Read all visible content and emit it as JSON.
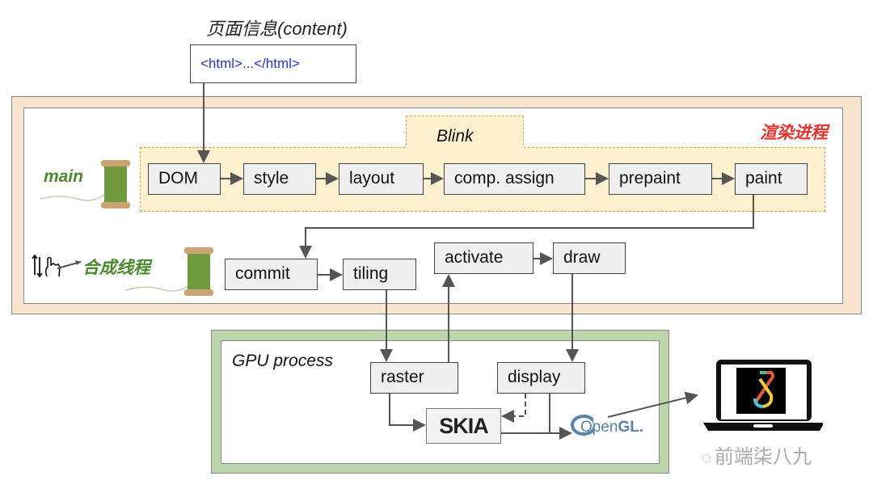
{
  "content_title": "页面信息(content)",
  "html_snippet": "<html>...</html>",
  "renderer_process": {
    "label": "渲染进程",
    "blink_label": "Blink",
    "main_thread_label": "main",
    "compositor_thread_label": "合成线程",
    "blink_pipeline": [
      "DOM",
      "style",
      "layout",
      "comp. assign",
      "prepaint",
      "paint"
    ],
    "compositor_pipeline": [
      "commit",
      "tiling",
      "activate",
      "draw"
    ]
  },
  "gpu_process": {
    "label": "GPU process",
    "nodes": [
      "raster",
      "display"
    ],
    "skia_label": "SKIA",
    "opengl_label_prefix": "Open",
    "opengl_label_suffix": "GL."
  },
  "output_device": "laptop-screen",
  "watermark": "前端柒八九",
  "colors": {
    "renderer_bg": "#f9e4d0",
    "gpu_bg": "#bcd7ab",
    "blink_bg": "#fcf0cf",
    "renderer_label": "#e8312c",
    "thread_label": "#4a8a2c",
    "html_text": "#2233dd"
  }
}
